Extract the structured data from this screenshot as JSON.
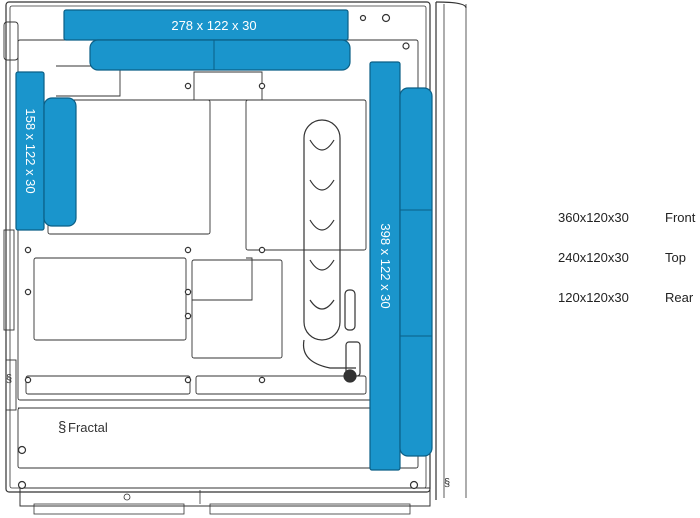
{
  "radiators": {
    "top": "278 x 122 x 30",
    "rear": "158 x 122 x 30",
    "front": "398 x 122 x 30"
  },
  "brand": "Fractal",
  "specs": [
    {
      "size": "360x120x30",
      "position": "Front"
    },
    {
      "size": "240x120x30",
      "position": "Top"
    },
    {
      "size": "120x120x30",
      "position": "Rear"
    }
  ],
  "colors": {
    "radiator": "#1a95cc",
    "radiator_edge": "#0b5f86",
    "line": "#333333"
  }
}
